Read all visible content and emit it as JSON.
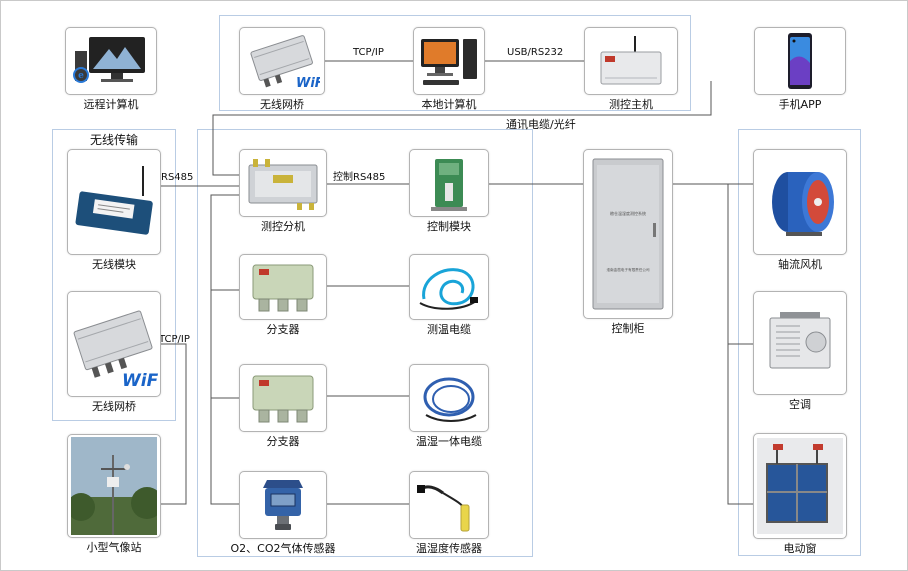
{
  "groups": {
    "wireless": "无线传输"
  },
  "nodes": {
    "remote_pc": "远程计算机",
    "wifi_bridge_top": "无线网桥",
    "local_pc": "本地计算机",
    "ctrl_host": "测控主机",
    "phone": "手机APP",
    "wireless_module": "无线模块",
    "wifi_bridge_left": "无线网桥",
    "weather_station": "小型气像站",
    "sub_unit": "测控分机",
    "ctrl_module": "控制模块",
    "cabinet": "控制柜",
    "splitter_1": "分支器",
    "temp_cable": "测温电缆",
    "splitter_2": "分支器",
    "th_cable": "温湿一体电缆",
    "gas_sensor": "O2、CO2气体传感器",
    "th_sensor": "温湿度传感器",
    "fan": "轴流风机",
    "ac": "空调",
    "window": "电动窗"
  },
  "edges": {
    "tcpip_top": "TCP/IP",
    "usb": "USB/RS232",
    "comm": "通讯电缆/光纤",
    "rs485": "RS485",
    "ctrl_rs485": "控制RS485",
    "tcpip_left": "TCP/IP"
  },
  "device_text": {
    "wifi": "WiFi",
    "cabinet_line1": "粮仓温湿度测控系统",
    "cabinet_line2": "淮南金凿电子有限责任公司"
  },
  "colors": {
    "frame": "#b9cce4",
    "wire": "#555555",
    "wifi_blue": "#1a64c8",
    "wifi_orange": "#f28c1c",
    "device_metal": "#d7d9dc",
    "accent_green": "#3c8b54"
  }
}
